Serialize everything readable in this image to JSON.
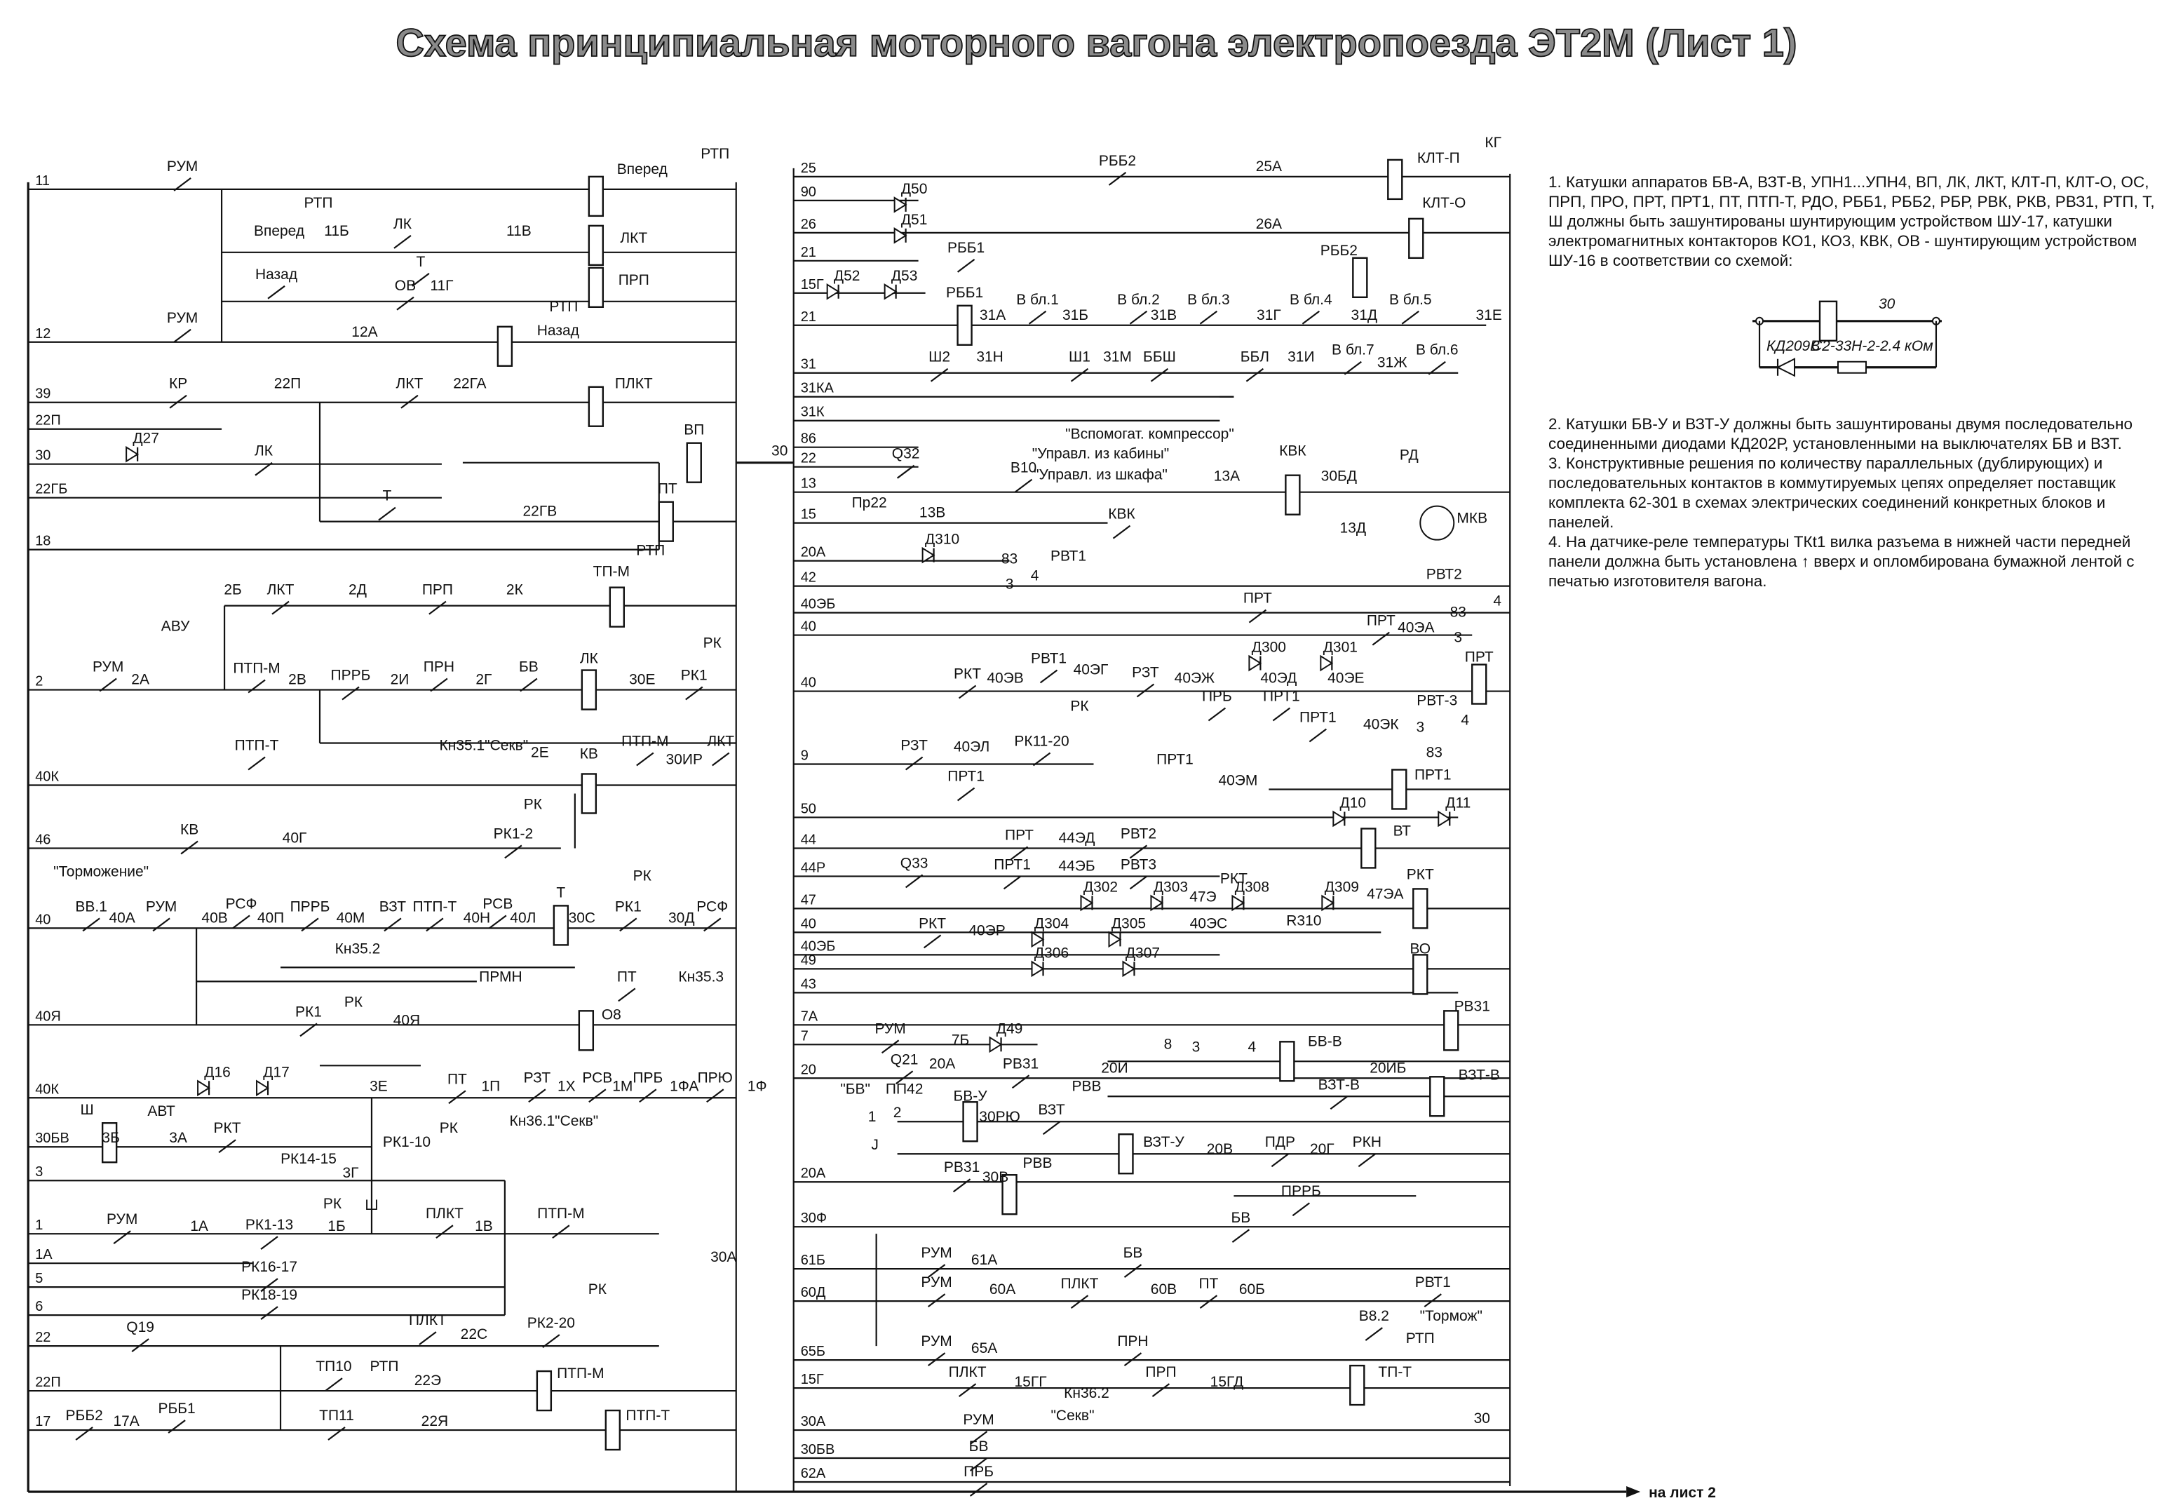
{
  "title": "Схема принципиальная моторного вагона электропоезда ЭТ2М (Лист 1)",
  "notes": [
    "1. Катушки аппаратов БВ-А, ВЗТ-В, УПН1...УПН4, ВП, ЛК, ЛКТ, КЛТ-П, КЛТ-О, ОС, ПРП, ПРО, ПРТ, ПРТ1, ПТ, ПТП-Т, РДО, РББ1, РББ2, РБР, РВК, РКВ, РВЗ1, РТП, Т, Ш должны быть зашунтированы шунтирующим устройством ШУ-17, катушки электромагнитных контакторов КО1, КО3, КВК, ОВ - шунтирующим устройством ШУ-16 в соответствии со схемой:",
    "2. Катушки БВ-У и ВЗТ-У должны быть зашунтированы двумя последовательно соединенными диодами КД202Р, установленными на выключателях БВ и ВЗТ.",
    "3. Конструктивные решения по количеству параллельных (дублирующих) и последовательных контактов в коммутируемых цепях определяет поставщик комплекта 62-301 в схемах электрических соединений конкретных блоков и панелей.",
    "4. На датчике-реле температуры ТКt1 вилка разъема в нижней части передней панели должна быть установлена ↑ вверх и опломбирована бумажной лентой с печатью изготовителя вагона."
  ],
  "shunt_diagram": {
    "wire": "30",
    "diode": "КД209В",
    "resistor": "С2-33Н-2-2.4 кОм"
  },
  "footer": {
    "next_sheet": "на лист 2"
  },
  "left_panel": {
    "wires": [
      "11",
      "12",
      "39",
      "22П",
      "30",
      "22ГБ",
      "18",
      "2",
      "40К",
      "46",
      "40",
      "40Я",
      "40К",
      "30БВ",
      "3",
      "1",
      "1А",
      "5",
      "6",
      "22",
      "22П",
      "17"
    ],
    "labels": [
      "РУМ",
      "Вперед",
      "РТП",
      "РТП",
      "Вперед",
      "11Б",
      "ЛК",
      "11В",
      "ЛКТ",
      "Т",
      "Назад",
      "ОВ",
      "11Г",
      "ПРП",
      "РУМ",
      "12А",
      "РТП",
      "Назад",
      "КР",
      "22П",
      "ЛКТ",
      "22ГА",
      "ПЛКТ",
      "Д27",
      "ЛК",
      "ВП",
      "30",
      "Т",
      "22ГВ",
      "ПТ",
      "РТП",
      "ТП-М",
      "2Б",
      "ЛКТ",
      "2Д",
      "ПРП",
      "2К",
      "РУМ",
      "2А",
      "АВУ",
      "ПТП-М",
      "2В",
      "ПРРБ",
      "2И",
      "ПРН",
      "2Г",
      "БВ",
      "ЛК",
      "30Е",
      "РК",
      "РК1",
      "ПТП-Т",
      "Кн35.1\"Секв\"",
      "2Е",
      "ПТП-М",
      "30ИР",
      "ЛКТ",
      "КВ",
      "КВ",
      "40Г",
      "РК",
      "РК1-2",
      "\"Торможение\"",
      "ВВ.1",
      "40А",
      "РУМ",
      "40В",
      "РСФ",
      "40П",
      "ПРРБ",
      "40М",
      "ВЗТ",
      "ПТП-Т",
      "40Н",
      "РСВ",
      "40Л",
      "Т",
      "30С",
      "РК1",
      "РК",
      "30Д",
      "РСФ",
      "Кн35.2",
      "ПРМН",
      "ПТ",
      "Кн35.3",
      "РК1",
      "РК",
      "40Я",
      "О8",
      "Д16",
      "Д17",
      "3Е",
      "ПТ",
      "1П",
      "РЗТ",
      "1Х",
      "РСВ",
      "1М",
      "ПРБ",
      "1ФА",
      "ПРЮ",
      "1Ф",
      "Ш",
      "АВТ",
      "3Б",
      "3А",
      "РКТ",
      "РК14-15",
      "РК1-10",
      "РК",
      "3Г",
      "Кн36.1\"Секв\"",
      "РУМ",
      "1А",
      "РК1-13",
      "РК",
      "Ш",
      "1Б",
      "ПЛКТ",
      "1В",
      "ПТП-М",
      "РК16-17",
      "РК18-19",
      "30А",
      "Q19",
      "ПЛКТ",
      "22С",
      "РК2-20",
      "РК",
      "ТП10",
      "РТП",
      "22Э",
      "ПТП-М",
      "РББ2",
      "17А",
      "РББ1",
      "ТП11",
      "22Я",
      "ПТП-Т"
    ]
  },
  "middle_panel": {
    "wires": [
      "25",
      "90",
      "26",
      "21",
      "15Г",
      "21",
      "31",
      "31КА",
      "31К",
      "86",
      "22",
      "13",
      "15",
      "20А",
      "42",
      "40ЭБ",
      "40",
      "40",
      "9",
      "50",
      "44",
      "44Р",
      "47",
      "40",
      "40ЭБ",
      "49",
      "43",
      "7А",
      "7",
      "20",
      "20А",
      "30Ф",
      "61Б",
      "60Д",
      "65Б",
      "15Г",
      "30А",
      "30БВ",
      "62А"
    ],
    "labels": [
      "РББ2",
      "25А",
      "КЛТ-П",
      "КГ",
      "Д50",
      "Д51",
      "26А",
      "КЛТ-О",
      "РББ1",
      "РББ2",
      "Д52",
      "Д53",
      "РББ1",
      "31А",
      "В бл.1",
      "31Б",
      "В бл.2",
      "31В",
      "В бл.3",
      "31Г",
      "В бл.4",
      "31Д",
      "В бл.5",
      "31Е",
      "Ш2",
      "31Н",
      "Ш1",
      "31М",
      "ББШ",
      "ББЛ",
      "31И",
      "В бл.7",
      "31Ж",
      "В бл.6",
      "\"Вспомогат. компрессор\"",
      "\"Управл. из кабины\"",
      "\"Управл. из шкафа\"",
      "Q32",
      "В10",
      "КВК",
      "13А",
      "30БД",
      "РД",
      "МКВ",
      "Пр22",
      "13В",
      "КВК",
      "13Д",
      "Д310",
      "РВТ1",
      "83",
      "3",
      "4",
      "РВТ2",
      "ПРТ",
      "83",
      "4",
      "ПРТ",
      "40ЭА",
      "3",
      "Д300",
      "Д301",
      "РКТ",
      "40ЭВ",
      "РВТ1",
      "40ЭГ",
      "РЗТ",
      "40ЭЖ",
      "ПРБ",
      "40ЭД",
      "ПРТ1",
      "40ЭЕ",
      "ПРТ",
      "РК",
      "РВТ-3",
      "ПРТ1",
      "40ЭК",
      "3",
      "4",
      "83",
      "РЗТ",
      "40ЭЛ",
      "РК11-20",
      "ПРТ1",
      "ПРТ1",
      "40ЭМ",
      "ПРТ1",
      "Д10",
      "Д11",
      "ПРТ",
      "44ЭД",
      "РВТ2",
      "ВТ",
      "Q33",
      "ПРТ1",
      "44ЭБ",
      "РВТ3",
      "РКТ",
      "Д302",
      "Д303",
      "47Э",
      "Д308",
      "Д309",
      "47ЭА",
      "РКТ",
      "РКТ",
      "40ЭР",
      "Д304",
      "Д305",
      "40ЭС",
      "R310",
      "Д306",
      "Д307",
      "ВО",
      "РВ31",
      "РУМ",
      "7Б",
      "Д49",
      "Q21",
      "20А",
      "РВ31",
      "20И",
      "8",
      "3",
      "4",
      "БВ-В",
      "ВЗТ-В",
      "20ИБ",
      "ВЗТ-В",
      "\"БВ\"",
      "ПП42",
      "1",
      "2",
      "J",
      "БВ-У",
      "30РЮ",
      "ВЗТ",
      "РВВ",
      "ВЗТ-У",
      "20В",
      "ПДР",
      "20Г",
      "РКН",
      "РВ31",
      "30В",
      "РВВ",
      "ПРРБ",
      "БВ",
      "РУМ",
      "61А",
      "БВ",
      "РУМ",
      "60А",
      "ПЛКТ",
      "60В",
      "ПТ",
      "60Б",
      "РВТ1",
      "В8.2",
      "\"Тормож\"",
      "РУМ",
      "65А",
      "ПРН",
      "РТП",
      "ПЛКТ",
      "15ГГ",
      "ПРП",
      "15ГД",
      "ТП-Т",
      "Кн36.2",
      "\"Секв\"",
      "30",
      "РУМ",
      "БВ",
      "ПРБ"
    ]
  }
}
